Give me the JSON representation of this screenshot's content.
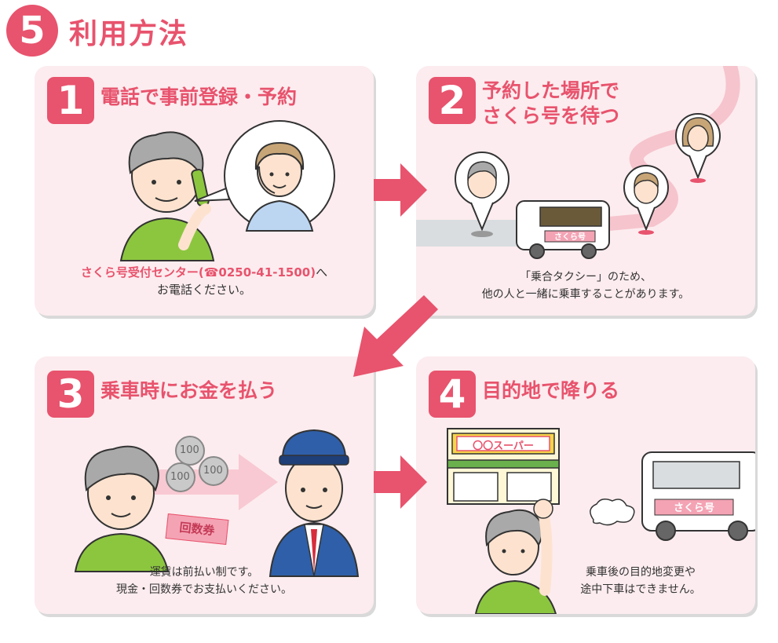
{
  "section": {
    "number": "5",
    "title": "利用方法"
  },
  "steps": [
    {
      "number": "1",
      "title": "電話で事前登録・予約",
      "caption_highlight": "さくら号受付センター(☎0250-41-1500)",
      "caption_suffix": "へ",
      "caption_line2": "お電話ください。"
    },
    {
      "number": "2",
      "title_line1": "予約した場所で",
      "title_line2": "さくら号を待つ",
      "caption_line1": "「乗合タクシー」のため、",
      "caption_line2": "他の人と一緒に乗車することがあります。",
      "bus_sign": "さくら号"
    },
    {
      "number": "3",
      "title": "乗車時にお金を払う",
      "coin_label": "100",
      "ticket_label": "回数券",
      "caption_line1": "運賃は前払い制です。",
      "caption_line2": "現金・回数券でお支払いください。"
    },
    {
      "number": "4",
      "title": "目的地で降りる",
      "store_sign": "〇〇スーパー",
      "bus_sign": "さくら号",
      "caption_line1": "乗車後の目的地変更や",
      "caption_line2": "途中下車はできません。"
    }
  ],
  "colors": {
    "accent": "#e8536d",
    "panel": "#fcecef",
    "shirt_green": "#8cc63f",
    "hair_gray": "#a9a9a9"
  }
}
